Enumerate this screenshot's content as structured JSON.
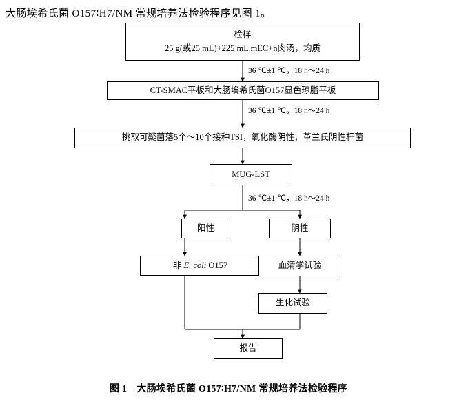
{
  "intro": "大肠埃希氏菌 O157∶H7/NM 常规培养法检验程序见图 1。",
  "caption": {
    "label": "图 1",
    "text": "大肠埃希氏菌 O157∶H7/NM 常规培养法检验程序"
  },
  "nodes": {
    "sample": {
      "line1": "检样",
      "line2": "25 g(或25 mL)+225 mL mEC+n肉汤，均质"
    },
    "plating": {
      "line1": "CT-SMAC平板和大肠埃希氏菌O157显色琼脂平板"
    },
    "picking": {
      "line1": "挑取可疑菌落5个～10个接种TSI，氧化酶阴性，革兰氏阴性杆菌"
    },
    "mug": {
      "line1": "MUG-LST"
    },
    "positive": {
      "line1": "阳性"
    },
    "negative": {
      "line1": "阴性"
    },
    "notecoli": {
      "pre": "非 ",
      "ital": "E. coli",
      "post": " O157"
    },
    "serology": {
      "line1": "血清学试验"
    },
    "biochem": {
      "line1": "生化试验"
    },
    "report": {
      "line1": "报告"
    }
  },
  "edge_labels": {
    "incubation1": "36 ℃±1 ℃，18 h～24 h",
    "incubation2": "36 ℃±1 ℃，18 h～24 h",
    "incubation3": "36 ℃±1 ℃，18 h～24 h"
  }
}
